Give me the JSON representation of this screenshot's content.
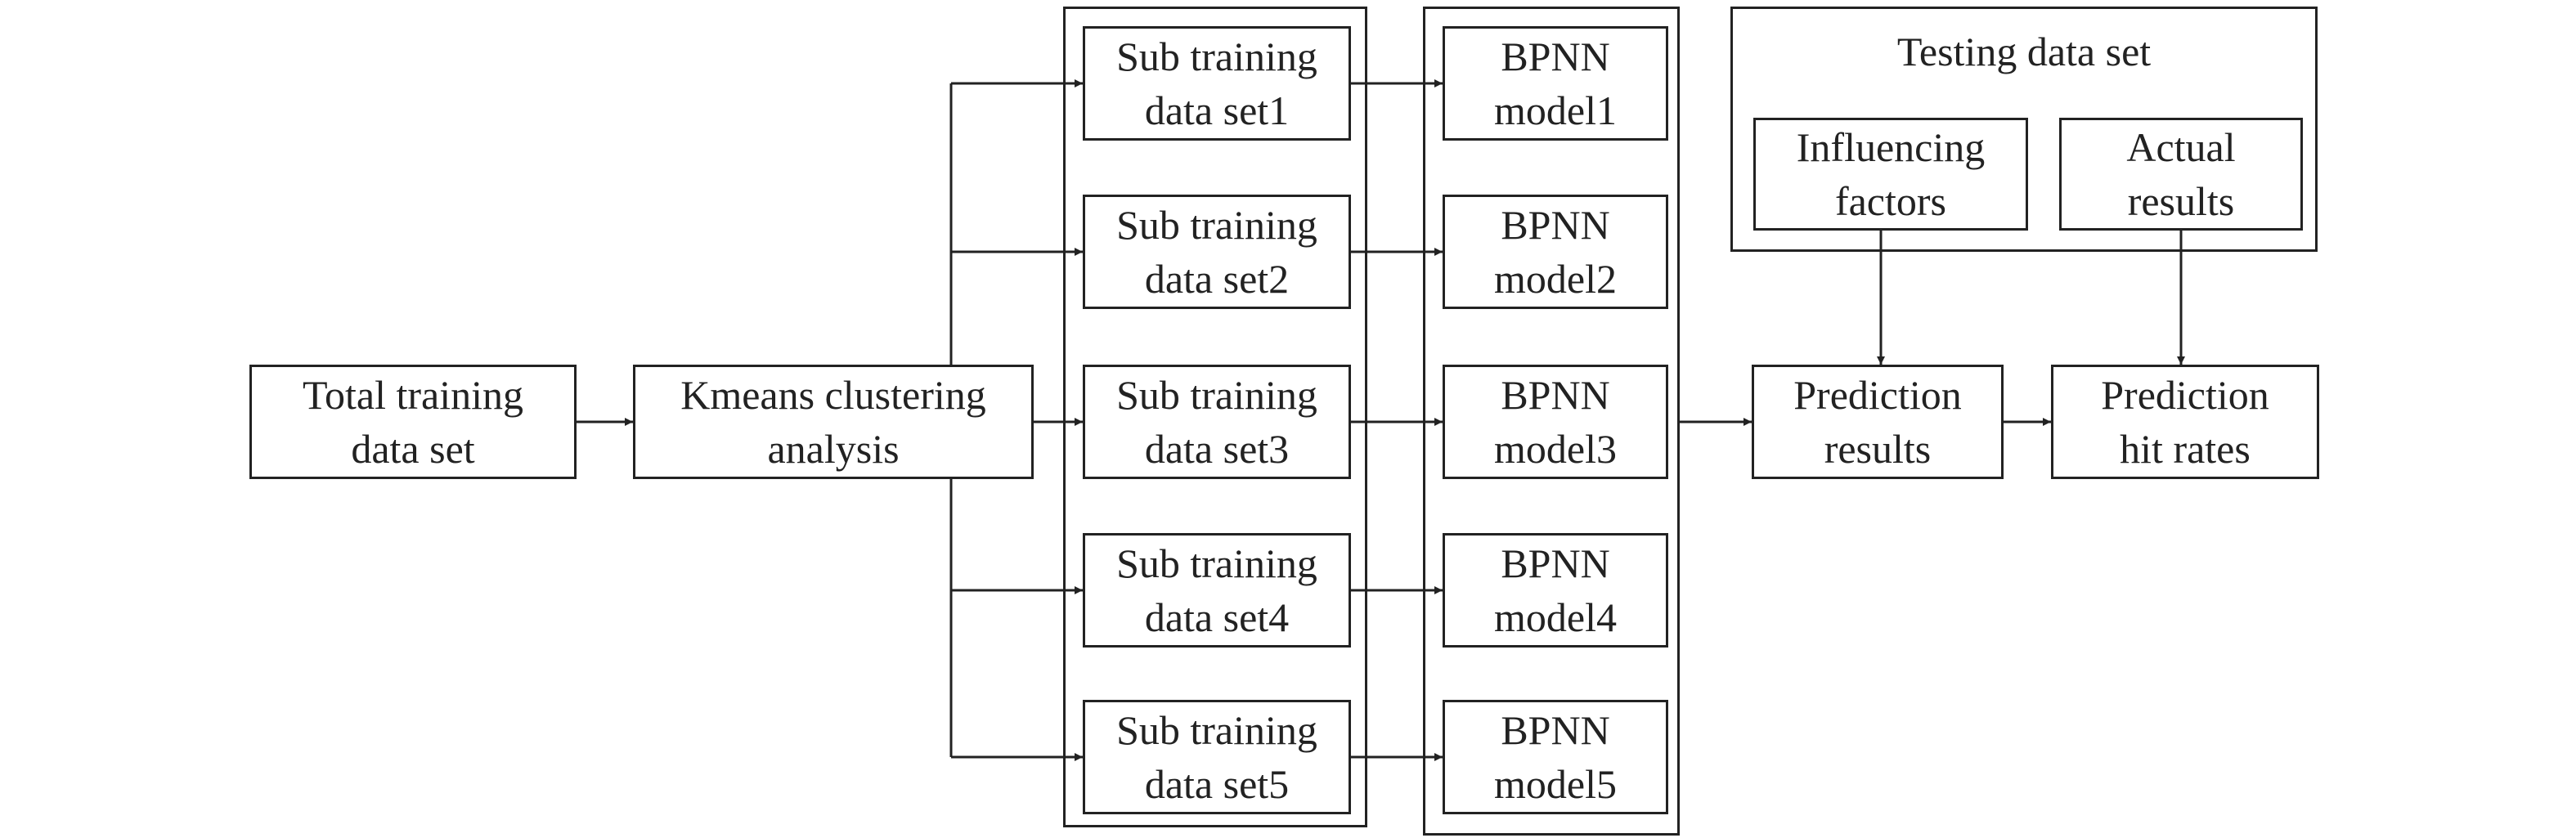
{
  "nodes": {
    "total_training": [
      "Total training",
      "data set"
    ],
    "kmeans": [
      "Kmeans clustering",
      "analysis"
    ],
    "sub_sets": [
      [
        "Sub training",
        "data set1"
      ],
      [
        "Sub training",
        "data set2"
      ],
      [
        "Sub training",
        "data set3"
      ],
      [
        "Sub training",
        "data set4"
      ],
      [
        "Sub training",
        "data set5"
      ]
    ],
    "bpnn_models": [
      [
        "BPNN",
        "model1"
      ],
      [
        "BPNN",
        "model2"
      ],
      [
        "BPNN",
        "model3"
      ],
      [
        "BPNN",
        "model4"
      ],
      [
        "BPNN",
        "model5"
      ]
    ],
    "testing_group_title": "Testing data set",
    "influencing_factors": [
      "Influencing",
      "factors"
    ],
    "actual_results": [
      "Actual",
      "results"
    ],
    "prediction_results": [
      "Prediction",
      "results"
    ],
    "prediction_hit_rates": [
      "Prediction",
      "hit rates"
    ]
  },
  "edges": [
    [
      "total_training",
      "kmeans"
    ],
    [
      "kmeans",
      "sub_set_1"
    ],
    [
      "kmeans",
      "sub_set_2"
    ],
    [
      "kmeans",
      "sub_set_3"
    ],
    [
      "kmeans",
      "sub_set_4"
    ],
    [
      "kmeans",
      "sub_set_5"
    ],
    [
      "sub_set_1",
      "bpnn_model_1"
    ],
    [
      "sub_set_2",
      "bpnn_model_2"
    ],
    [
      "sub_set_3",
      "bpnn_model_3"
    ],
    [
      "sub_set_4",
      "bpnn_model_4"
    ],
    [
      "sub_set_5",
      "bpnn_model_5"
    ],
    [
      "bpnn_group",
      "prediction_results"
    ],
    [
      "influencing_factors",
      "prediction_results"
    ],
    [
      "prediction_results",
      "prediction_hit_rates"
    ],
    [
      "actual_results",
      "prediction_hit_rates"
    ]
  ]
}
